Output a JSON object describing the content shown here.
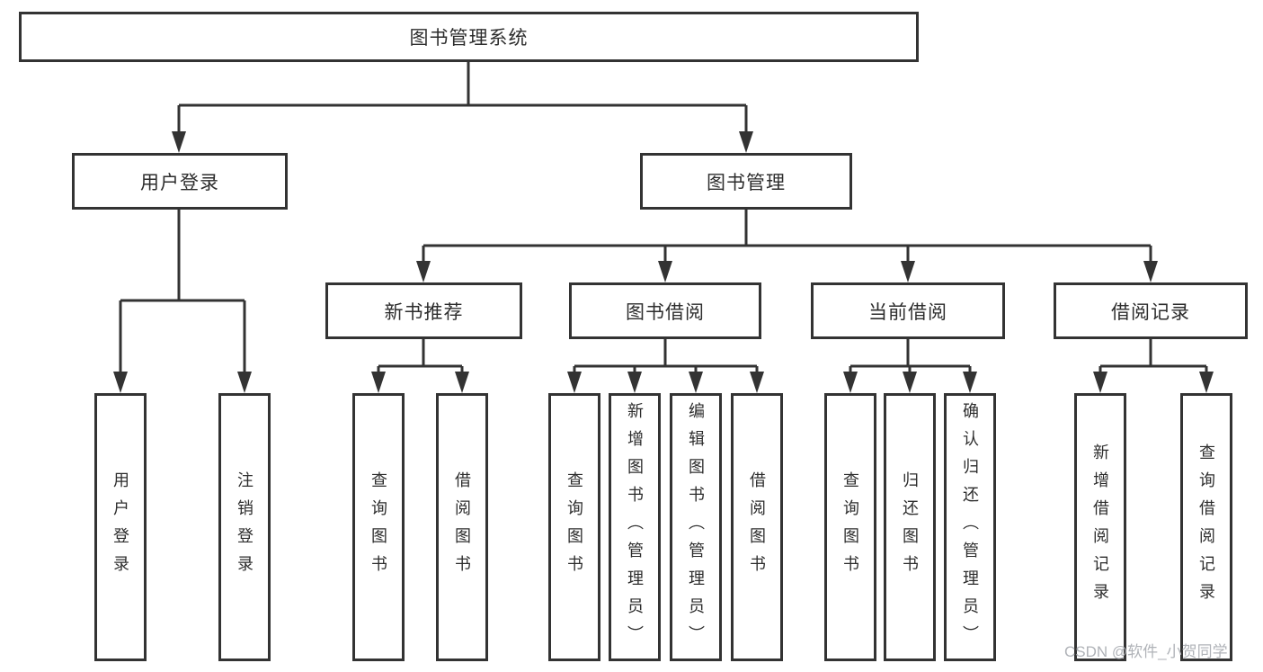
{
  "diagram_title": "图书管理系统",
  "tree": {
    "label": "图书管理系统",
    "children": [
      {
        "label": "用户登录",
        "children": [
          {
            "label": "用户登录"
          },
          {
            "label": "注销登录"
          }
        ]
      },
      {
        "label": "图书管理",
        "children": [
          {
            "label": "新书推荐",
            "children": [
              {
                "label": "查询图书"
              },
              {
                "label": "借阅图书"
              }
            ]
          },
          {
            "label": "图书借阅",
            "children": [
              {
                "label": "查询图书"
              },
              {
                "label": "新增图书（管理员）"
              },
              {
                "label": "编辑图书（管理员）"
              },
              {
                "label": "借阅图书"
              }
            ]
          },
          {
            "label": "当前借阅",
            "children": [
              {
                "label": "查询图书"
              },
              {
                "label": "归还图书"
              },
              {
                "label": "确认归还（管理员）"
              }
            ]
          },
          {
            "label": "借阅记录",
            "children": [
              {
                "label": "新增借阅记录"
              },
              {
                "label": "查询借阅记录"
              }
            ]
          }
        ]
      }
    ]
  },
  "watermark": "CSDN @软件_小贺同学",
  "colors": {
    "line": "#333333",
    "text": "#2d2d2d",
    "watermark": "#b0b3b8",
    "background": "#ffffff"
  }
}
